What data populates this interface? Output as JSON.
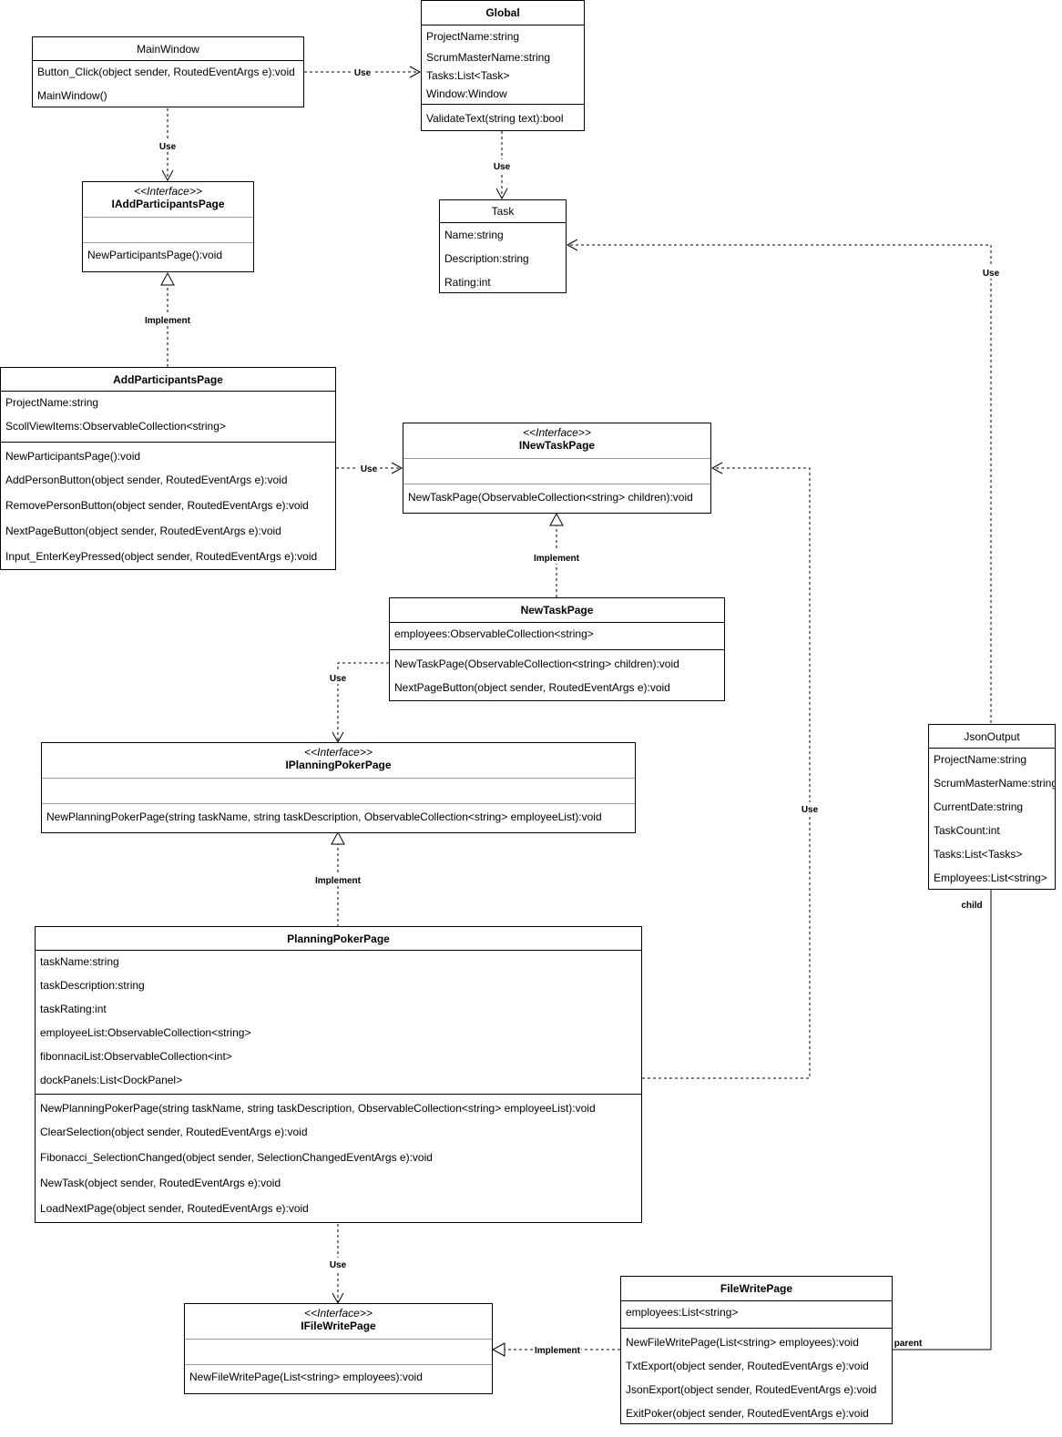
{
  "classes": {
    "main_window": {
      "name": "MainWindow",
      "methods": [
        "Button_Click(object sender, RoutedEventArgs e):void",
        "MainWindow()"
      ]
    },
    "global": {
      "name": "Global",
      "attributes": [
        "ProjectName:string",
        "ScrumMasterName:string",
        "Tasks:List<Task>",
        "Window:Window"
      ],
      "methods": [
        "ValidateText(string text):bool"
      ]
    },
    "task": {
      "name": "Task",
      "attributes": [
        "Name:string",
        "Description:string",
        "Rating:int"
      ]
    },
    "iadd_participants_page": {
      "stereotype": "<<Interface>>",
      "name": "IAddParticipantsPage",
      "methods": [
        "NewParticipantsPage():void"
      ]
    },
    "add_participants_page": {
      "name": "AddParticipantsPage",
      "attributes": [
        "ProjectName:string",
        "ScollViewItems:ObservableCollection<string>"
      ],
      "methods": [
        "NewParticipantsPage():void",
        "AddPersonButton(object sender, RoutedEventArgs e):void",
        "RemovePersonButton(object sender, RoutedEventArgs e):void",
        "NextPageButton(object sender, RoutedEventArgs e):void",
        "Input_EnterKeyPressed(object sender, RoutedEventArgs e):void"
      ]
    },
    "inew_task_page": {
      "stereotype": "<<Interface>>",
      "name": "INewTaskPage",
      "methods": [
        "NewTaskPage(ObservableCollection<string> children):void"
      ]
    },
    "new_task_page": {
      "name": "NewTaskPage",
      "attributes": [
        "employees:ObservableCollection<string>"
      ],
      "methods": [
        "NewTaskPage(ObservableCollection<string> children):void",
        "NextPageButton(object sender, RoutedEventArgs e):void"
      ]
    },
    "iplanning_poker_page": {
      "stereotype": "<<Interface>>",
      "name": "IPlanningPokerPage",
      "methods": [
        "NewPlanningPokerPage(string taskName, string taskDescription, ObservableCollection<string> employeeList):void"
      ]
    },
    "planning_poker_page": {
      "name": "PlanningPokerPage",
      "attributes": [
        "taskName:string",
        "taskDescription:string",
        "taskRating:int",
        "employeeList:ObservableCollection<string>",
        "fibonnaciList:ObservableCollection<int>",
        "dockPanels:List<DockPanel>"
      ],
      "methods": [
        "NewPlanningPokerPage(string taskName, string taskDescription, ObservableCollection<string> employeeList):void",
        "ClearSelection(object sender, RoutedEventArgs e):void",
        "Fibonacci_SelectionChanged(object sender, SelectionChangedEventArgs e):void",
        "NewTask(object sender, RoutedEventArgs e):void",
        "LoadNextPage(object sender, RoutedEventArgs e):void"
      ]
    },
    "json_output": {
      "name": "JsonOutput",
      "attributes": [
        "ProjectName:string",
        "ScrumMasterName:string",
        "CurrentDate:string",
        "TaskCount:int",
        "Tasks:List<Tasks>",
        "Employees:List<string>"
      ]
    },
    "ifile_write_page": {
      "stereotype": "<<Interface>>",
      "name": "IFileWritePage",
      "methods": [
        "NewFileWritePage(List<string> employees):void"
      ]
    },
    "file_write_page": {
      "name": "FileWritePage",
      "attributes": [
        "employees:List<string>"
      ],
      "methods": [
        "NewFileWritePage(List<string> employees):void",
        "TxtExport(object sender, RoutedEventArgs e):void",
        "JsonExport(object sender, RoutedEventArgs e):void",
        "ExitPoker(object sender, RoutedEventArgs e):void"
      ]
    }
  },
  "edges": {
    "use": "Use",
    "implement": "Implement",
    "child": "child",
    "parent": "parent"
  }
}
